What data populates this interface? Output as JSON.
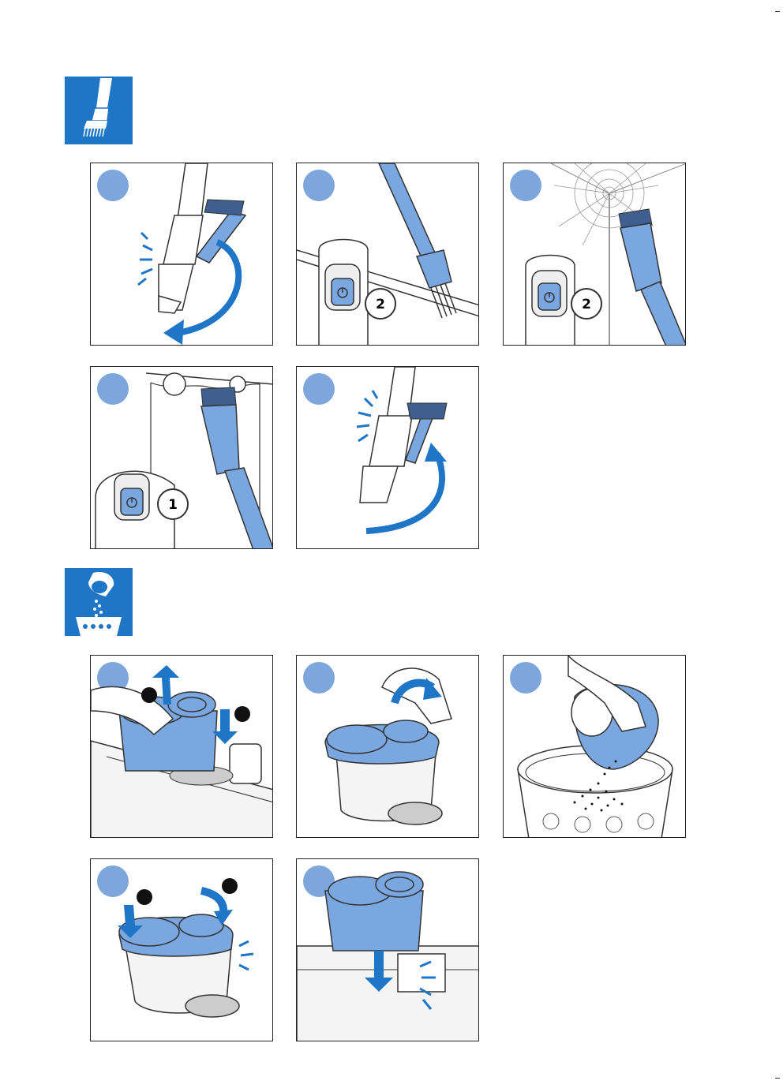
{
  "section_brush": {
    "icon": "brush-nozzle-icon",
    "panels": [
      {
        "id": "brush-1",
        "illustration": "flip-brush-open-icon"
      },
      {
        "id": "brush-2",
        "illustration": "clean-surface-power-2-icon",
        "power_label": "2"
      },
      {
        "id": "brush-3",
        "illustration": "clean-cobweb-power-2-icon",
        "power_label": "2"
      },
      {
        "id": "brush-4",
        "illustration": "clean-curtain-power-1-icon",
        "power_label": "1"
      },
      {
        "id": "brush-5",
        "illustration": "flip-brush-close-icon"
      }
    ]
  },
  "section_dust": {
    "icon": "empty-dust-container-icon",
    "panels": [
      {
        "id": "dust-1",
        "illustration": "remove-dust-container-icon"
      },
      {
        "id": "dust-2",
        "illustration": "remove-cyclone-lid-icon"
      },
      {
        "id": "dust-3",
        "illustration": "empty-into-bin-icon"
      },
      {
        "id": "dust-4",
        "illustration": "reattach-lid-icon"
      },
      {
        "id": "dust-5",
        "illustration": "reinsert-container-icon"
      }
    ]
  },
  "colors": {
    "accent_blue": "#1f76c6",
    "badge_blue": "#7ca6dc",
    "part_blue": "#7aa7e0"
  }
}
